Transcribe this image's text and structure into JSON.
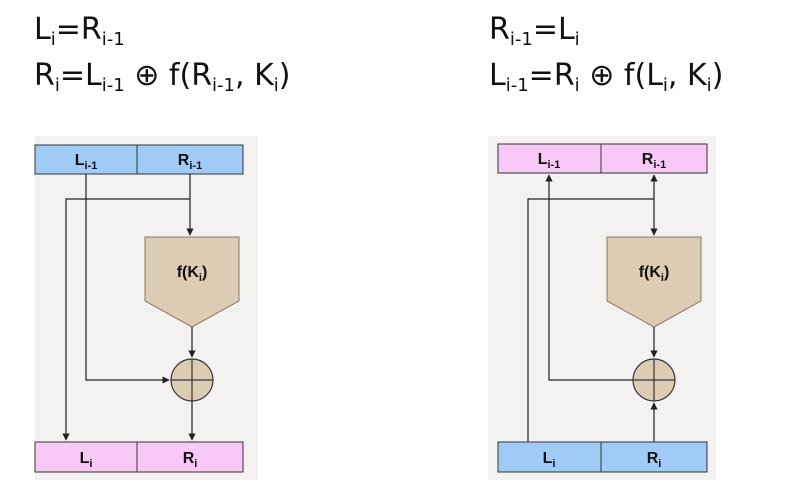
{
  "equations": {
    "left_line1": {
      "lhs": "L",
      "lhs_sub": "i",
      "rhs": "R",
      "rhs_sub": "i-1"
    },
    "left_line2": {
      "lhs": "R",
      "lhs_sub": "i",
      "a": "L",
      "a_sub": "i-1",
      "op": "⊕",
      "fn": "f(R",
      "fn_sub": "i-1",
      "mid": ", K",
      "k_sub": "i",
      "close": ")"
    },
    "right_line1": {
      "lhs": "R",
      "lhs_sub": "i-1",
      "rhs": "L",
      "rhs_sub": "i"
    },
    "right_line2": {
      "lhs": "L",
      "lhs_sub": "i-1",
      "a": "R",
      "a_sub": "i",
      "op": "⊕",
      "fn": "f(L",
      "fn_sub": "i",
      "mid": ", K",
      "k_sub": "i",
      "close": ")"
    }
  },
  "left_diagram": {
    "top_left": {
      "base": "L",
      "sub": "i-1"
    },
    "top_right": {
      "base": "R",
      "sub": "i-1"
    },
    "function": {
      "prefix": "f(K",
      "sub": "i",
      "suffix": ")"
    },
    "bottom_left": {
      "base": "L",
      "sub": "i"
    },
    "bottom_right": {
      "base": "R",
      "sub": "i"
    }
  },
  "right_diagram": {
    "top_left": {
      "base": "L",
      "sub": "i-1"
    },
    "top_right": {
      "base": "R",
      "sub": "i-1"
    },
    "function": {
      "prefix": "f(K",
      "sub": "i",
      "suffix": ")"
    },
    "bottom_left": {
      "base": "L",
      "sub": "i"
    },
    "bottom_right": {
      "base": "R",
      "sub": "i"
    }
  },
  "colors": {
    "blue_box": "#9fcbf6",
    "pink_box": "#f8c8f6",
    "function_box": "#dcccb4",
    "xor_fill": "#dcccb4",
    "line": "#222222",
    "panel": "#f3f2f1"
  }
}
